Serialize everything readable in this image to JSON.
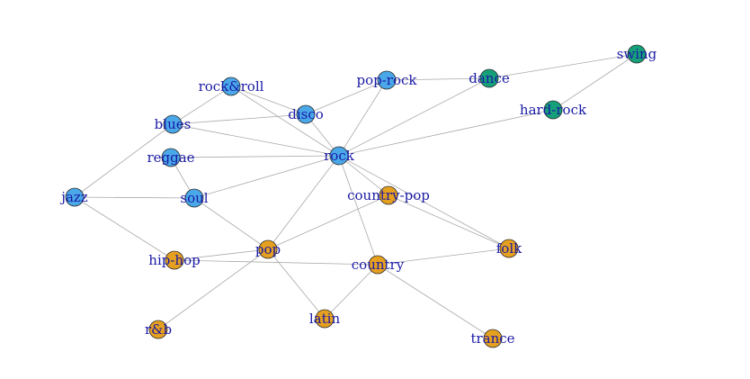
{
  "colors": {
    "blue_group": "#4aa8e8",
    "orange_group": "#e6a020",
    "green_group": "#16a07a",
    "edge": "#a9a9a9",
    "label": "#1a1aa6"
  },
  "nodes": [
    {
      "id": "swing",
      "label": "swing",
      "group": "green_group"
    },
    {
      "id": "dance",
      "label": "dance",
      "group": "green_group"
    },
    {
      "id": "hard-rock",
      "label": "hard-rock",
      "group": "green_group"
    },
    {
      "id": "pop-rock",
      "label": "pop-rock",
      "group": "blue_group"
    },
    {
      "id": "rock&roll",
      "label": "rock&roll",
      "group": "blue_group"
    },
    {
      "id": "disco",
      "label": "disco",
      "group": "blue_group"
    },
    {
      "id": "blues",
      "label": "blues",
      "group": "blue_group"
    },
    {
      "id": "reggae",
      "label": "reggae",
      "group": "blue_group"
    },
    {
      "id": "rock",
      "label": "rock",
      "group": "blue_group"
    },
    {
      "id": "jazz",
      "label": "jazz",
      "group": "blue_group"
    },
    {
      "id": "soul",
      "label": "soul",
      "group": "blue_group"
    },
    {
      "id": "country-pop",
      "label": "country-pop",
      "group": "orange_group"
    },
    {
      "id": "pop",
      "label": "pop",
      "group": "orange_group"
    },
    {
      "id": "hip-hop",
      "label": "hip-hop",
      "group": "orange_group"
    },
    {
      "id": "country",
      "label": "country",
      "group": "orange_group"
    },
    {
      "id": "folk",
      "label": "folk",
      "group": "orange_group"
    },
    {
      "id": "latin",
      "label": "latin",
      "group": "orange_group"
    },
    {
      "id": "r&b",
      "label": "r&b",
      "group": "orange_group"
    },
    {
      "id": "trance",
      "label": "trance",
      "group": "orange_group"
    }
  ],
  "edges": [
    [
      "swing",
      "dance"
    ],
    [
      "swing",
      "hard-rock"
    ],
    [
      "dance",
      "pop-rock"
    ],
    [
      "dance",
      "rock"
    ],
    [
      "hard-rock",
      "rock"
    ],
    [
      "pop-rock",
      "rock"
    ],
    [
      "pop-rock",
      "disco"
    ],
    [
      "rock&roll",
      "disco"
    ],
    [
      "rock&roll",
      "blues"
    ],
    [
      "rock&roll",
      "rock"
    ],
    [
      "disco",
      "blues"
    ],
    [
      "disco",
      "rock"
    ],
    [
      "blues",
      "rock"
    ],
    [
      "blues",
      "jazz"
    ],
    [
      "reggae",
      "rock"
    ],
    [
      "reggae",
      "soul"
    ],
    [
      "jazz",
      "soul"
    ],
    [
      "jazz",
      "hip-hop"
    ],
    [
      "soul",
      "rock"
    ],
    [
      "soul",
      "pop"
    ],
    [
      "rock",
      "country-pop"
    ],
    [
      "rock",
      "pop"
    ],
    [
      "rock",
      "country"
    ],
    [
      "rock",
      "folk"
    ],
    [
      "country-pop",
      "pop"
    ],
    [
      "country-pop",
      "folk"
    ],
    [
      "pop",
      "hip-hop"
    ],
    [
      "pop",
      "r&b"
    ],
    [
      "pop",
      "latin"
    ],
    [
      "hip-hop",
      "country"
    ],
    [
      "country",
      "folk"
    ],
    [
      "country",
      "latin"
    ],
    [
      "country",
      "trance"
    ]
  ]
}
